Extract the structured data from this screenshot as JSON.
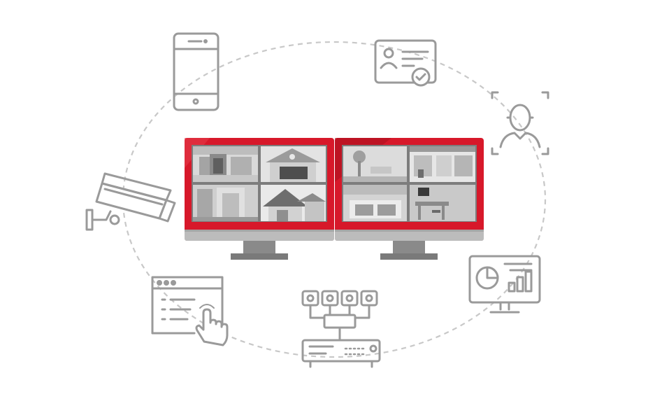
{
  "colors": {
    "accent": "#d7182a",
    "accent_dark": "#a8101e",
    "icon_stroke": "#9a9a9a",
    "ring": "#c8c8c8",
    "screen_gray": "#8f8f8f",
    "stand": "#7a7a7a"
  },
  "monitors": [
    {
      "name": "left-monitor",
      "feeds": [
        "house-front-feed",
        "garage-feed",
        "porch-feed",
        "suburban-house-feed"
      ]
    },
    {
      "name": "right-monitor",
      "feeds": [
        "yard-feed",
        "storefront-feed",
        "parking-feed",
        "office-desk-feed"
      ]
    }
  ],
  "icons": [
    "smartphone-icon",
    "id-card-verified-icon",
    "face-recognition-icon",
    "analytics-monitor-icon",
    "nvr-recorder-icon",
    "web-interface-touch-icon",
    "cctv-camera-icon"
  ]
}
